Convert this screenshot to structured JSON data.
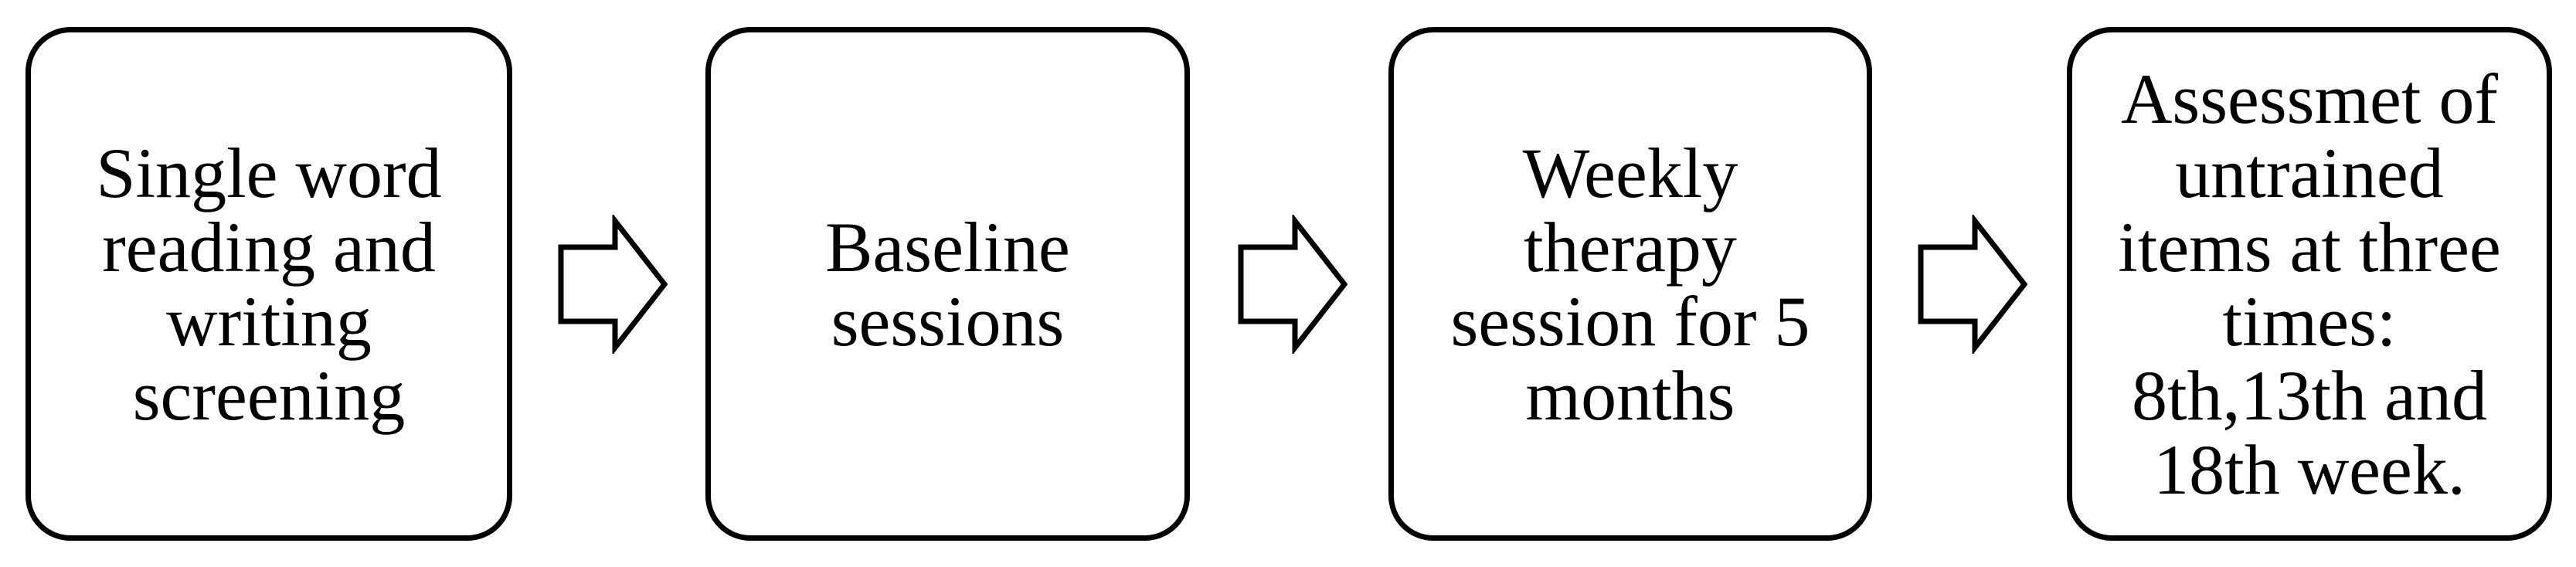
{
  "figure": {
    "type": "flowchart",
    "direction": "left-to-right",
    "background_color": "#ffffff",
    "box_fill_color": "#ffffff",
    "box_border_color": "#000000",
    "text_color": "#000000",
    "steps": [
      {
        "label": "Single word\nreading and\nwriting\nscreening"
      },
      {
        "label": "Baseline\nsessions"
      },
      {
        "label": "Weekly\ntherapy\nsession for 5\nmonths"
      },
      {
        "label": "Assessmet of\nuntrained\nitems at three\ntimes:\n8th,13th and\n18th week."
      }
    ],
    "connectors": [
      {
        "icon": "right-block-arrow"
      },
      {
        "icon": "right-block-arrow"
      },
      {
        "icon": "right-block-arrow"
      }
    ]
  }
}
